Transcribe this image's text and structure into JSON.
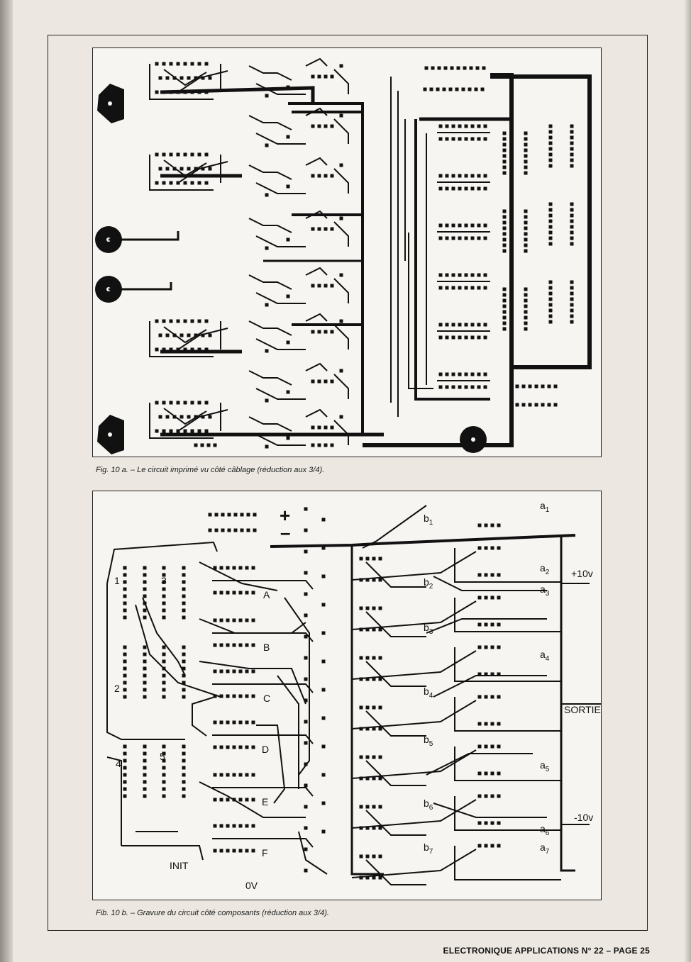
{
  "figA": {
    "caption": "Fig. 10 a. – Le circuit imprimé vu côté câblage (réduction aux 3/4)."
  },
  "figB": {
    "caption": "Fib. 10 b. – Gravure du circuit côté composants (réduction aux 3/4).",
    "plus_symbol": "+",
    "minus_symbol": "–",
    "chip_labels": [
      "1",
      "2",
      "3",
      "4",
      "5"
    ],
    "row_labels": [
      "A",
      "B",
      "C",
      "D",
      "E",
      "F"
    ],
    "init_label": "INIT",
    "ov_label": "0V",
    "b_labels": [
      {
        "letter": "b",
        "sub": "1"
      },
      {
        "letter": "b",
        "sub": "2"
      },
      {
        "letter": "b",
        "sub": "3"
      },
      {
        "letter": "b",
        "sub": "4"
      },
      {
        "letter": "b",
        "sub": "5"
      },
      {
        "letter": "b",
        "sub": "6"
      },
      {
        "letter": "b",
        "sub": "7"
      }
    ],
    "a_labels": [
      {
        "letter": "a",
        "sub": "1"
      },
      {
        "letter": "a",
        "sub": "2"
      },
      {
        "letter": "a",
        "sub": "3"
      },
      {
        "letter": "a",
        "sub": "4"
      },
      {
        "letter": "a",
        "sub": "5"
      },
      {
        "letter": "a",
        "sub": "6"
      },
      {
        "letter": "a",
        "sub": "7"
      }
    ],
    "plus10": "+10v",
    "sortie": "SORTIE",
    "minus10": "-10v"
  },
  "footer": "ELECTRONIQUE APPLICATIONS N° 22 – PAGE 25"
}
